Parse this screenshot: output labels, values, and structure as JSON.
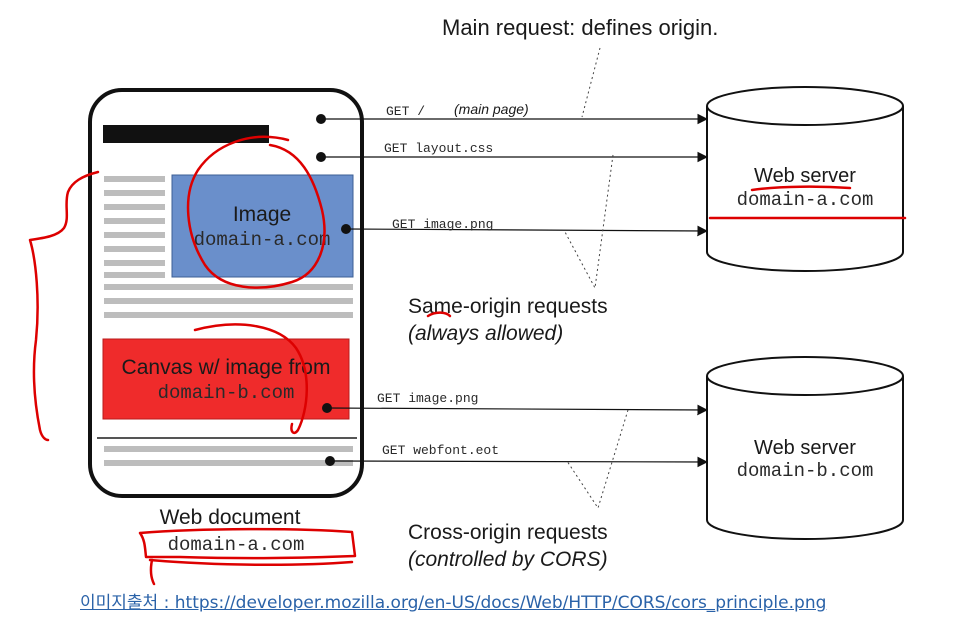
{
  "captions": {
    "main_request": "Main request: defines origin.",
    "same_origin_line1": "Same-origin requests",
    "same_origin_line2": "(always allowed)",
    "cross_origin_line1": "Cross-origin requests",
    "cross_origin_line2": "(controlled by CORS)"
  },
  "document": {
    "label": "Web document",
    "domain": "domain-a.com",
    "image_box": {
      "title": "Image",
      "domain": "domain-a.com"
    },
    "canvas_box": {
      "title": "Canvas w/ image from",
      "domain": "domain-b.com"
    }
  },
  "requests": [
    {
      "method_path": "GET /",
      "note": "(main page)"
    },
    {
      "method_path": "GET layout.css",
      "note": ""
    },
    {
      "method_path": "GET image.png",
      "note": ""
    },
    {
      "method_path": "GET image.png",
      "note": ""
    },
    {
      "method_path": "GET webfont.eot",
      "note": ""
    }
  ],
  "servers": [
    {
      "title": "Web server",
      "domain": "domain-a.com"
    },
    {
      "title": "Web server",
      "domain": "domain-b.com"
    }
  ],
  "source": {
    "label": "이미지출처 : ",
    "url": "https://developer.mozilla.org/en-US/docs/Web/HTTP/CORS/cors_principle.png"
  },
  "colors": {
    "image_box": "#6a8fcb",
    "canvas_box": "#ef2b2b",
    "annotation": "#dd0000",
    "link": "#2a62a8"
  }
}
